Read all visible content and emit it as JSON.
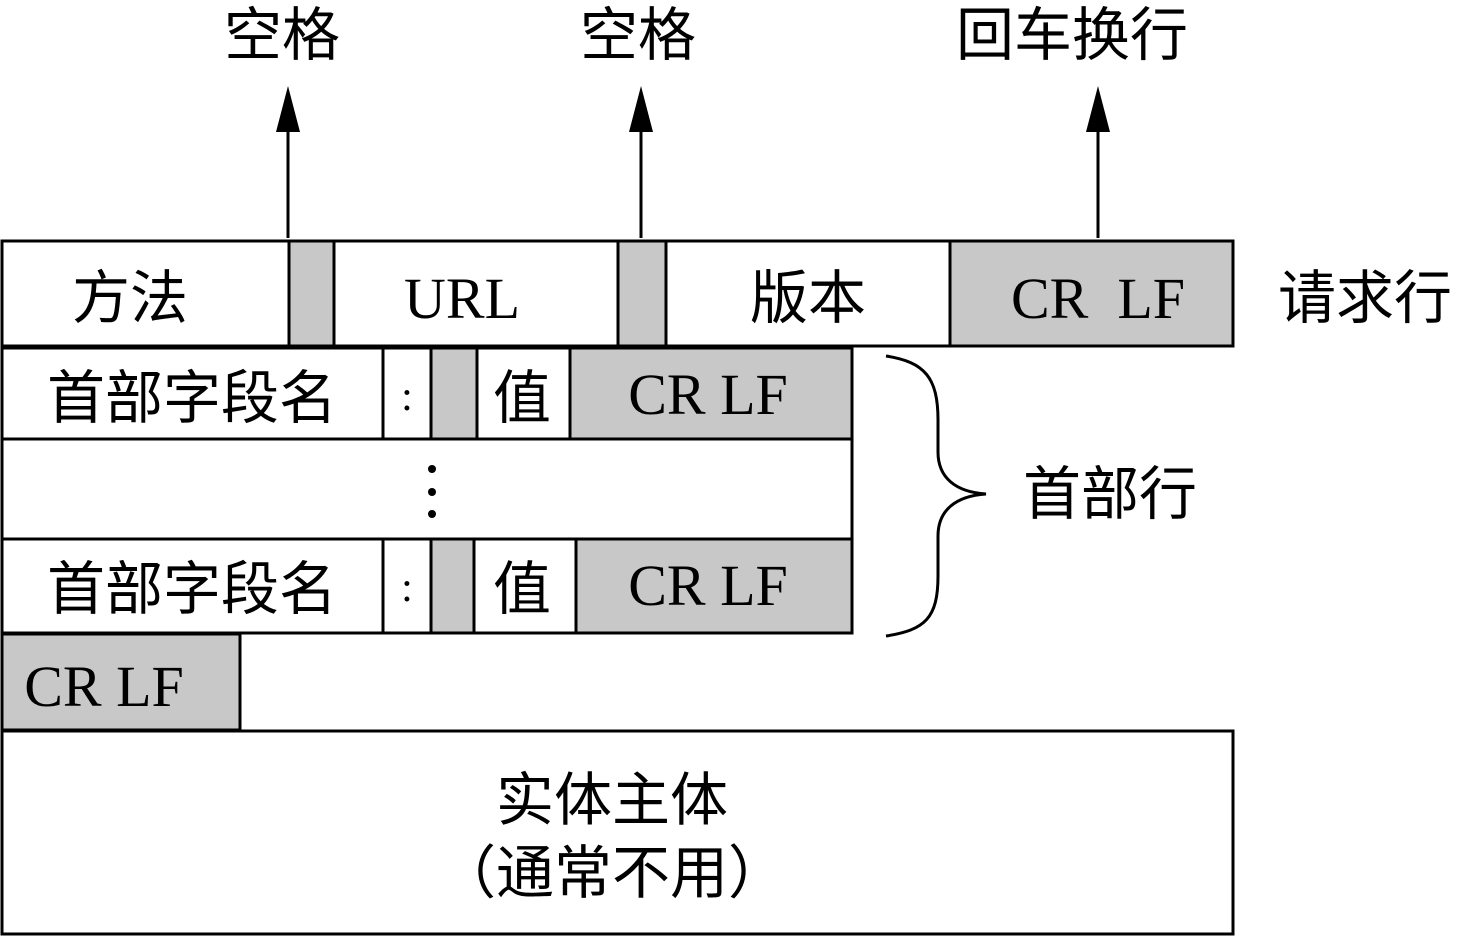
{
  "colors": {
    "shade": "#c8c8c8",
    "line": "#000000",
    "bg": "#ffffff"
  },
  "arrows": {
    "space1": "空格",
    "space2": "空格",
    "crlf": "回车换行"
  },
  "request_line": {
    "method": "方法",
    "url": "URL",
    "version": "版本",
    "crlf": "CR  LF",
    "label": "请求行"
  },
  "header_lines": {
    "row1": {
      "field": "首部字段名",
      "colon": ":",
      "value": "值",
      "crlf": "CR LF"
    },
    "ellipsis": "⋮",
    "row2": {
      "field": "首部字段名",
      "colon": ":",
      "value": "值",
      "crlf": "CR LF"
    },
    "label": "首部行"
  },
  "blank_line": {
    "crlf": "CR LF"
  },
  "body": {
    "line1": "实体主体",
    "line2": "（通常不用）"
  }
}
